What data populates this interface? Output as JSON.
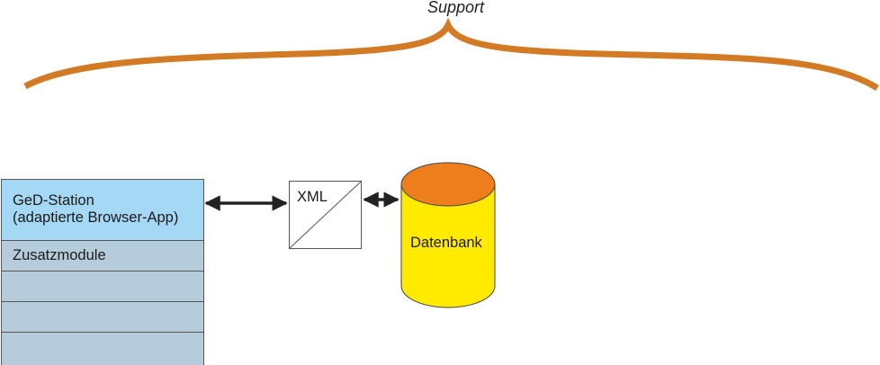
{
  "diagram": {
    "support_label": "Support",
    "station": {
      "line1": "GeD-Station",
      "line2": "(adaptierte Browser-App)"
    },
    "modules": {
      "header": "Zusatzmodule",
      "empty_rows": [
        "",
        "",
        ""
      ]
    },
    "xml_label": "XML",
    "database_label": "Datenbank"
  },
  "colors": {
    "brace": "#d37a24",
    "station_fill": "#a4d8f5",
    "module_fill": "#b6ccda",
    "db_body": "#ffea00",
    "db_top": "#ee7d1b",
    "arrow": "#222222"
  }
}
